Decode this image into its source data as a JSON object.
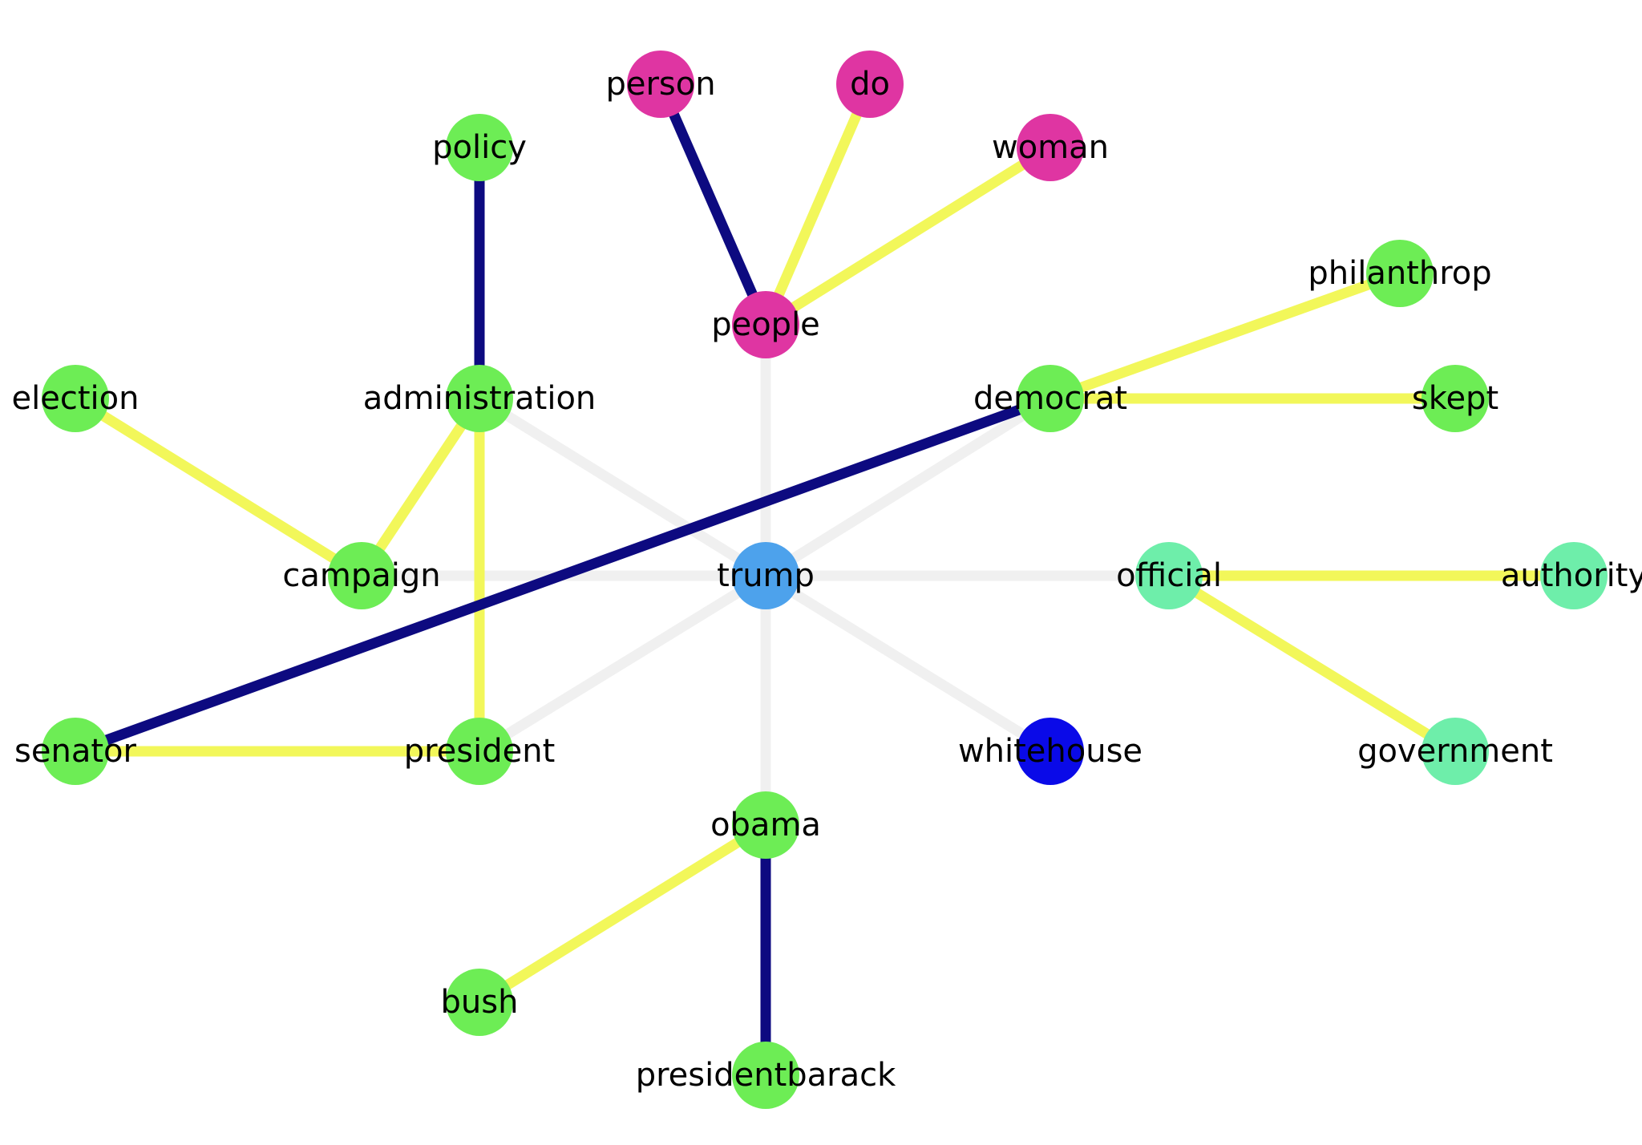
{
  "graph": {
    "nodes": [
      {
        "id": "trump",
        "label": "trump",
        "color": "#4da2ec"
      },
      {
        "id": "person",
        "label": "person",
        "color": "#df35a2"
      },
      {
        "id": "do",
        "label": "do",
        "color": "#df35a2"
      },
      {
        "id": "woman",
        "label": "woman",
        "color": "#df35a2"
      },
      {
        "id": "people",
        "label": "people",
        "color": "#df35a2"
      },
      {
        "id": "policy",
        "label": "policy",
        "color": "#6ded55"
      },
      {
        "id": "administration",
        "label": "administration",
        "color": "#6ded55"
      },
      {
        "id": "election",
        "label": "election",
        "color": "#6ded55"
      },
      {
        "id": "campaign",
        "label": "campaign",
        "color": "#6ded55"
      },
      {
        "id": "democrat",
        "label": "democrat",
        "color": "#6ded55"
      },
      {
        "id": "philanthrop",
        "label": "philanthrop",
        "color": "#6ded55"
      },
      {
        "id": "skept",
        "label": "skept",
        "color": "#6ded55"
      },
      {
        "id": "official",
        "label": "official",
        "color": "#6eeeaa"
      },
      {
        "id": "authority",
        "label": "authority",
        "color": "#6eeeaa"
      },
      {
        "id": "government",
        "label": "government",
        "color": "#6eeeaa"
      },
      {
        "id": "senator",
        "label": "senator",
        "color": "#6ded55"
      },
      {
        "id": "president",
        "label": "president",
        "color": "#6ded55"
      },
      {
        "id": "whitehouse",
        "label": "whitehouse",
        "color": "#0a0ae8"
      },
      {
        "id": "obama",
        "label": "obama",
        "color": "#6ded55"
      },
      {
        "id": "bush",
        "label": "bush",
        "color": "#6ded55"
      },
      {
        "id": "presidentbarack",
        "label": "presidentbarack",
        "color": "#6ded55"
      }
    ],
    "edges": [
      {
        "source": "trump",
        "target": "people",
        "color": "#f0f0f0"
      },
      {
        "source": "trump",
        "target": "administration",
        "color": "#f0f0f0"
      },
      {
        "source": "trump",
        "target": "democrat",
        "color": "#f0f0f0"
      },
      {
        "source": "trump",
        "target": "campaign",
        "color": "#f0f0f0"
      },
      {
        "source": "trump",
        "target": "official",
        "color": "#f0f0f0"
      },
      {
        "source": "trump",
        "target": "president",
        "color": "#f0f0f0"
      },
      {
        "source": "trump",
        "target": "whitehouse",
        "color": "#f0f0f0"
      },
      {
        "source": "trump",
        "target": "obama",
        "color": "#f0f0f0"
      },
      {
        "source": "person",
        "target": "people",
        "color": "#0d0a80"
      },
      {
        "source": "do",
        "target": "people",
        "color": "#f2f75a"
      },
      {
        "source": "woman",
        "target": "people",
        "color": "#f2f75a"
      },
      {
        "source": "policy",
        "target": "administration",
        "color": "#0d0a80"
      },
      {
        "source": "administration",
        "target": "campaign",
        "color": "#f2f75a"
      },
      {
        "source": "administration",
        "target": "president",
        "color": "#f2f75a"
      },
      {
        "source": "election",
        "target": "campaign",
        "color": "#f2f75a"
      },
      {
        "source": "democrat",
        "target": "philanthrop",
        "color": "#f2f75a"
      },
      {
        "source": "democrat",
        "target": "skept",
        "color": "#f2f75a"
      },
      {
        "source": "democrat",
        "target": "senator",
        "color": "#0d0a80"
      },
      {
        "source": "official",
        "target": "authority",
        "color": "#f2f75a"
      },
      {
        "source": "official",
        "target": "government",
        "color": "#f2f75a"
      },
      {
        "source": "senator",
        "target": "president",
        "color": "#f2f75a"
      },
      {
        "source": "obama",
        "target": "bush",
        "color": "#f2f75a"
      },
      {
        "source": "obama",
        "target": "presidentbarack",
        "color": "#0d0a80"
      }
    ]
  }
}
